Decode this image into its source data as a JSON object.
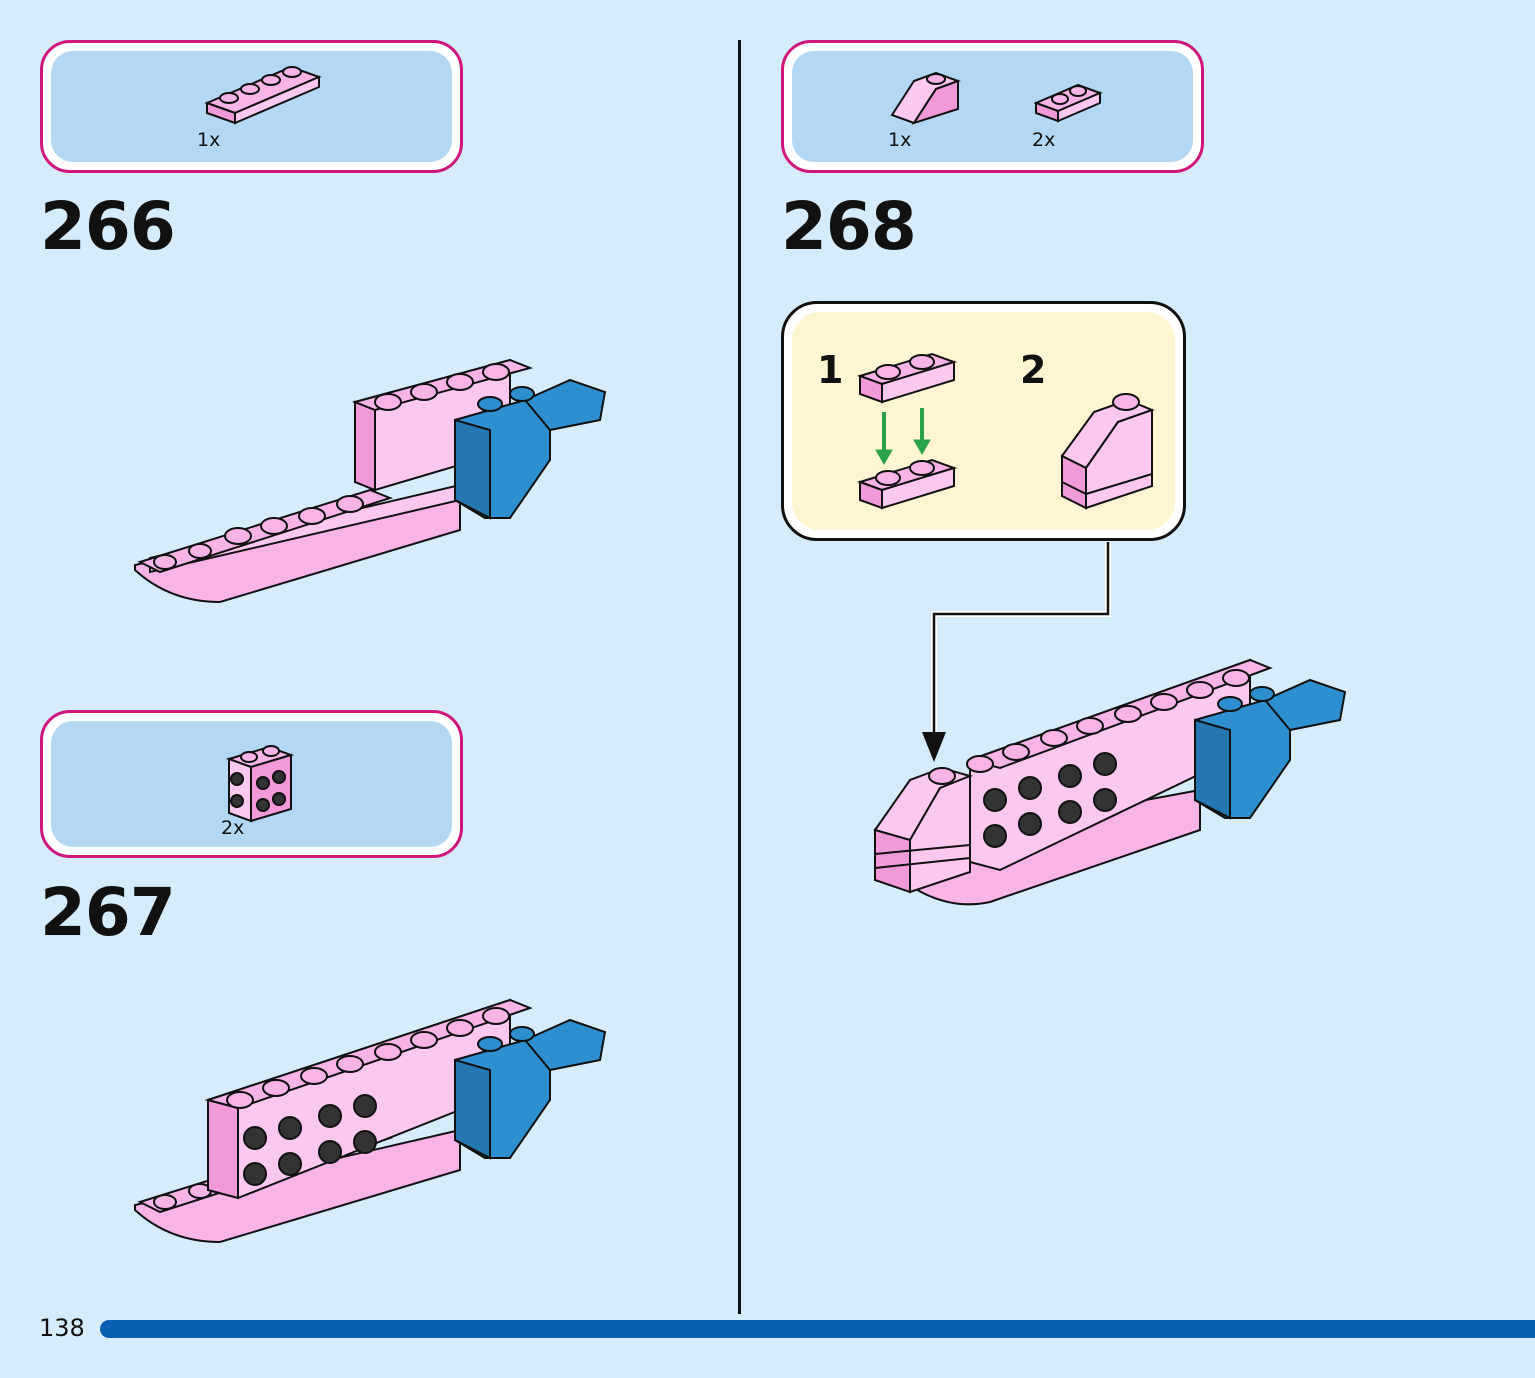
{
  "page": {
    "number": "138"
  },
  "steps": [
    {
      "number": "266",
      "parts": [
        {
          "qty": "1x",
          "icon": "pink-plate-1x4-icon"
        }
      ]
    },
    {
      "number": "267",
      "parts": [
        {
          "qty": "2x",
          "icon": "pink-brick-2x2-with-studs-on-side-icon"
        }
      ]
    },
    {
      "number": "268",
      "parts": [
        {
          "qty": "1x",
          "icon": "pink-slope-brick-icon"
        },
        {
          "qty": "2x",
          "icon": "pink-plate-1x2-icon"
        }
      ],
      "sub_assembly": {
        "steps": [
          "1",
          "2"
        ]
      }
    }
  ],
  "colors": {
    "pink": "#f9b4e6",
    "blue": "#2e8fd0",
    "magenta_border": "#d0157c",
    "progress_bar": "#0a5fb0",
    "page_bg": "#d6ecfb",
    "sub_bg": "#fef5d2"
  }
}
